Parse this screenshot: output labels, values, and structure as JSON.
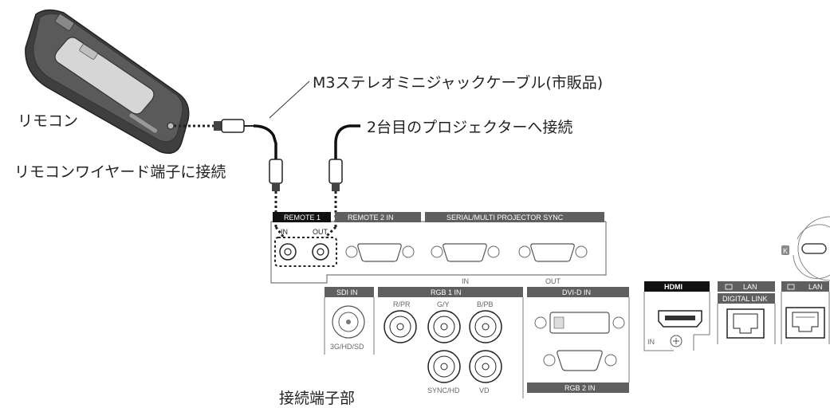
{
  "callouts": {
    "remote": "リモコン",
    "wired_terminal": "リモコンワイヤード端子に接続",
    "cable": "M3ステレオミニジャックケーブル(市販品)",
    "second_projector": "2台目のプロジェクターへ接続",
    "terminal_section": "接続端子部"
  },
  "panel_upper": {
    "remote1": "REMOTE 1",
    "remote1_in": "IN",
    "remote1_out": "OUT",
    "remote2": "REMOTE 2 IN",
    "serial_sync": "SERIAL/MULTI PROJECTOR SYNC",
    "serial_in": "IN",
    "serial_out": "OUT"
  },
  "panel_lower": {
    "sdi_in": "SDI IN",
    "sdi_sub": "3G/HD/SD",
    "rgb1_in": "RGB 1 IN",
    "rgb1_r": "R/PR",
    "rgb1_g": "G/Y",
    "rgb1_b": "B/PB",
    "sync": "SYNC/HD",
    "vd": "VD",
    "dvi_in": "DVI-D IN",
    "rgb2_in": "RGB 2 IN",
    "hdmi": "HDMI",
    "hdmi_in": "IN",
    "lan1": "LAN",
    "digital_link": "DIGITAL LINK",
    "lan2": "LAN",
    "lock": "K"
  },
  "colors": {
    "panel_label_bg": "#5f5f5f",
    "line": "#7a7a7a",
    "connector_fill": "#eeeeee"
  }
}
